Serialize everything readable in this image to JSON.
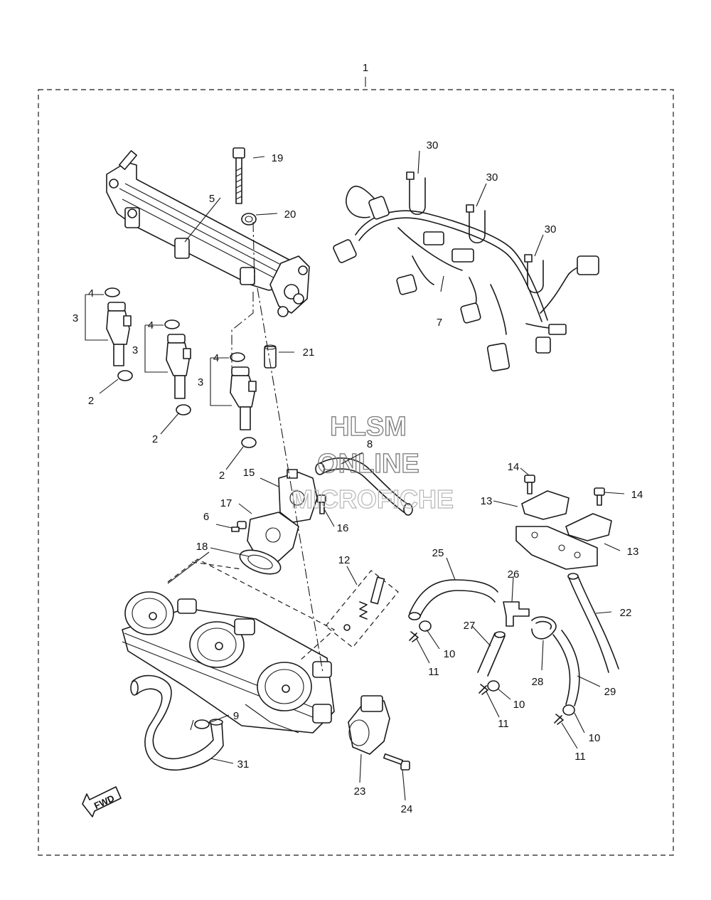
{
  "watermark": {
    "line1": "HLSM",
    "line2": "ONLINE",
    "line3": "MICROFICHE"
  },
  "fwd_label": "FWD",
  "callouts": [
    {
      "id": "c1",
      "text": "1"
    },
    {
      "id": "c2a",
      "text": "2"
    },
    {
      "id": "c2b",
      "text": "2"
    },
    {
      "id": "c2c",
      "text": "2"
    },
    {
      "id": "c3a",
      "text": "3"
    },
    {
      "id": "c3b",
      "text": "3"
    },
    {
      "id": "c3c",
      "text": "3"
    },
    {
      "id": "c4a",
      "text": "4"
    },
    {
      "id": "c4b",
      "text": "4"
    },
    {
      "id": "c4c",
      "text": "4"
    },
    {
      "id": "c5",
      "text": "5"
    },
    {
      "id": "c6",
      "text": "6"
    },
    {
      "id": "c7",
      "text": "7"
    },
    {
      "id": "c8",
      "text": "8"
    },
    {
      "id": "c9",
      "text": "9"
    },
    {
      "id": "c10a",
      "text": "10"
    },
    {
      "id": "c10b",
      "text": "10"
    },
    {
      "id": "c10c",
      "text": "10"
    },
    {
      "id": "c11a",
      "text": "11"
    },
    {
      "id": "c11b",
      "text": "11"
    },
    {
      "id": "c11c",
      "text": "11"
    },
    {
      "id": "c12",
      "text": "12"
    },
    {
      "id": "c13a",
      "text": "13"
    },
    {
      "id": "c13b",
      "text": "13"
    },
    {
      "id": "c14a",
      "text": "14"
    },
    {
      "id": "c14b",
      "text": "14"
    },
    {
      "id": "c15",
      "text": "15"
    },
    {
      "id": "c16",
      "text": "16"
    },
    {
      "id": "c17",
      "text": "17"
    },
    {
      "id": "c18",
      "text": "18"
    },
    {
      "id": "c19",
      "text": "19"
    },
    {
      "id": "c20",
      "text": "20"
    },
    {
      "id": "c21",
      "text": "21"
    },
    {
      "id": "c22",
      "text": "22"
    },
    {
      "id": "c23",
      "text": "23"
    },
    {
      "id": "c24",
      "text": "24"
    },
    {
      "id": "c25",
      "text": "25"
    },
    {
      "id": "c26",
      "text": "26"
    },
    {
      "id": "c27",
      "text": "27"
    },
    {
      "id": "c28",
      "text": "28"
    },
    {
      "id": "c29",
      "text": "29"
    },
    {
      "id": "c30a",
      "text": "30"
    },
    {
      "id": "c30b",
      "text": "30"
    },
    {
      "id": "c30c",
      "text": "30"
    },
    {
      "id": "c31",
      "text": "31"
    }
  ]
}
